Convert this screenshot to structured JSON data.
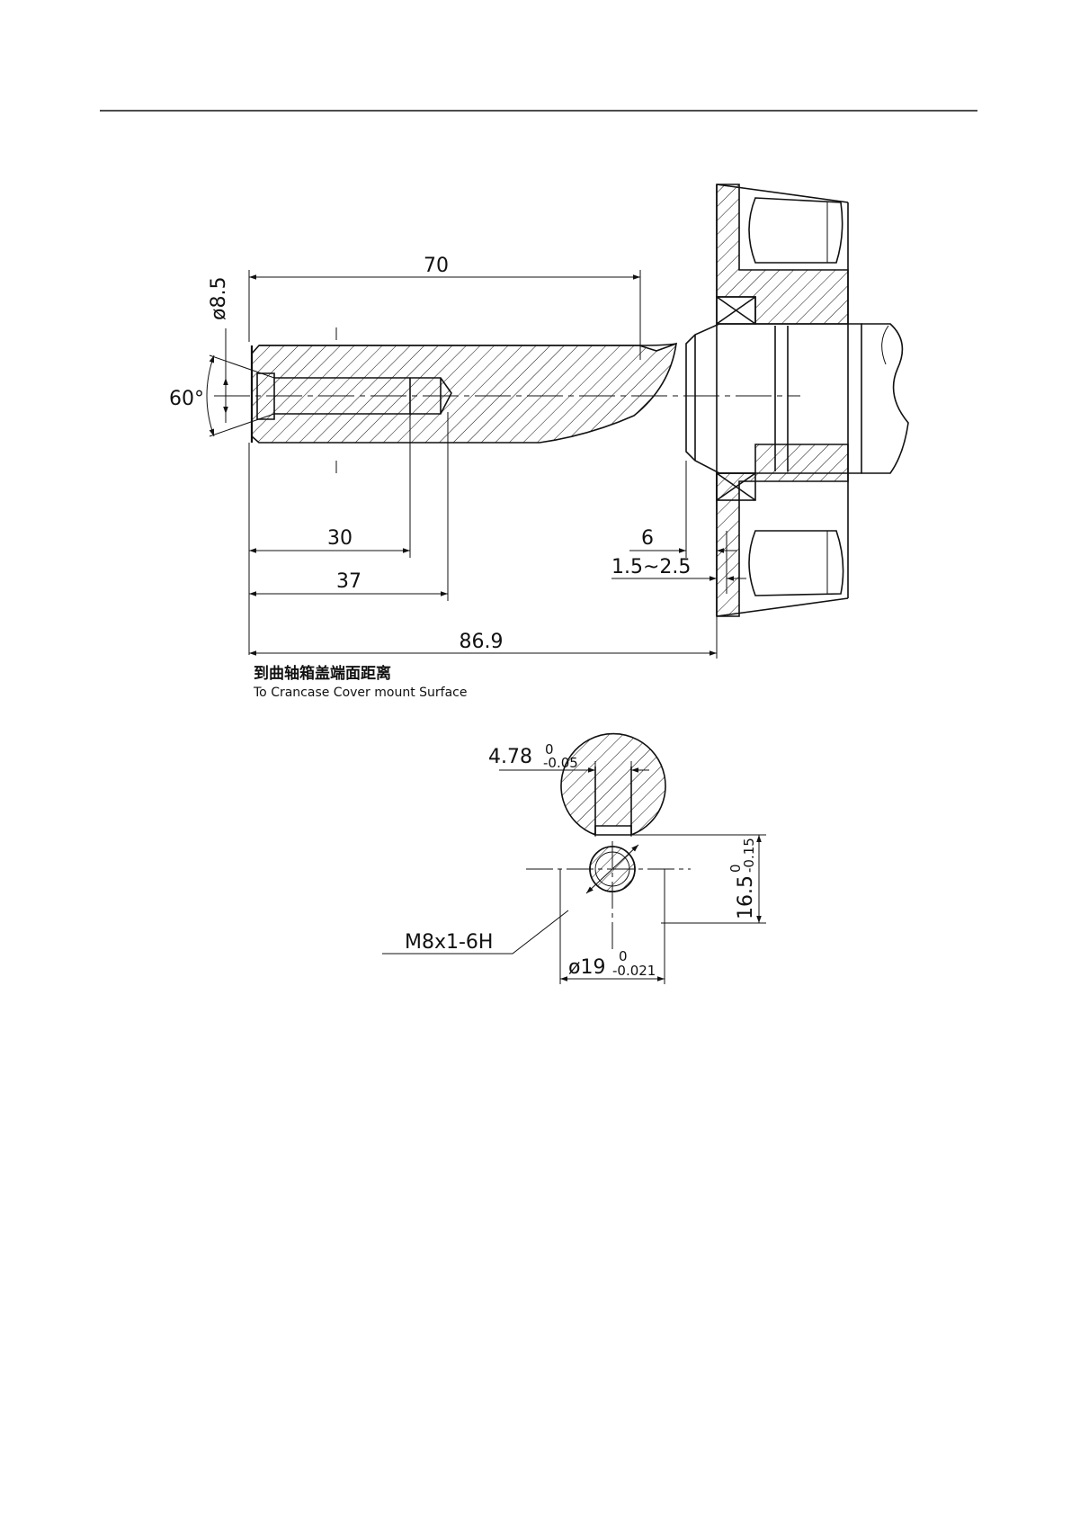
{
  "side_view": {
    "dim_70": "70",
    "dim_dia_8_5": "ø8.5",
    "dim_60_deg": "60°",
    "dim_30": "30",
    "dim_37": "37",
    "dim_6": "6",
    "dim_1_5_2_5": "1.5~2.5",
    "dim_86_9": "86.9",
    "note_cn": "到曲轴箱盖端面距离",
    "note_en": "To Crancase Cover mount Surface"
  },
  "section_view": {
    "key_width": "4.78",
    "key_width_tol_upper": "0",
    "key_width_tol_lower": "-0.05",
    "height": "16.5",
    "height_tol_upper": "0",
    "height_tol_lower": "-0.15",
    "thread": "M8x1-6H",
    "diameter": "ø19",
    "diameter_tol_upper": "0",
    "diameter_tol_lower": "-0.021"
  }
}
